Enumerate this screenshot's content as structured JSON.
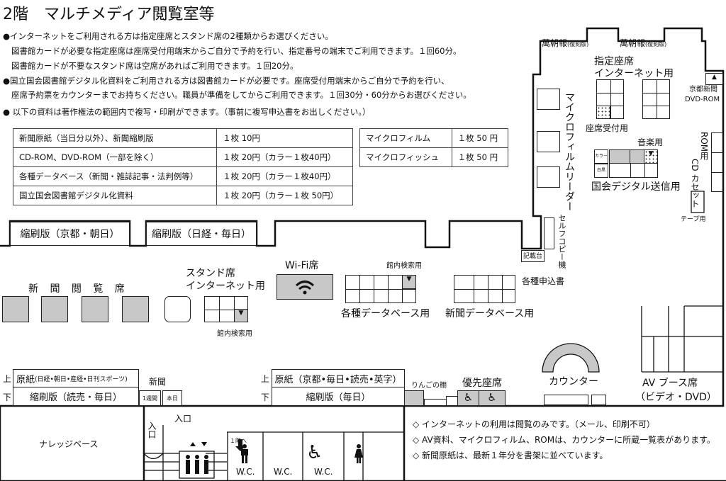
{
  "title": "2階　マルチメディア閲覧室等",
  "notices": [
    "●インターネットをご利用される方は指定座席とスタンド席の2種類からお選びください。",
    "図書館カードが必要な指定座席は座席受付用端末からご自分で予約を行い、指定番号の端末でご利用できます。１回60分。",
    "図書館カードが不要なスタンド席は空席があればご利用できます。１回20分。",
    "●国立国会図書館デジタル化資料をご利用される方は図書館カードが必要です。座席受付用端末からご自分で予約を行い、",
    "座席予約票をカウンターまでお持ちください。職員が準備をしてからご利用できます。１回30分・60分からお選びください。",
    "● 以下の資料は著作権法の範囲内で複写・印刷ができます。（事前に複写申込書をお出しください。）"
  ],
  "fees_left": [
    {
      "item": "新聞原紙（当日分以外）、新聞縮刷版",
      "price": "１枚 10円"
    },
    {
      "item": "CD-ROM、DVD-ROM（一部を除く）",
      "price": "１枚 20円（カラー１枚40円）"
    },
    {
      "item": "各種データベース（新聞・雑誌記事・法判例等）",
      "price": "１枚 20円（カラー１枚40円）"
    },
    {
      "item": "国立国会図書館デジタル化資料",
      "price": "１枚 20円（カラー１枚 50円）"
    }
  ],
  "fees_right": [
    {
      "item": "マイクロフィルム",
      "price": "１枚 50 円"
    },
    {
      "item": "マイクロフィッシュ",
      "price": "１枚 50 円"
    }
  ],
  "map": {
    "shelf_kyoto_asahi": "縮刷版（京都・朝日）",
    "shelf_nikkei_mainichi": "縮刷版（日経・毎日）",
    "newspaper_seats": "新 聞 閲 覧 席",
    "stand_seats": "スタンド席",
    "stand_internet": "インターネット用",
    "catalog_search_1": "館内検索用",
    "wifi_seats": "Wi-Fi席",
    "catalog_search_2": "館内検索用",
    "database_use": "各種データベース用",
    "news_database_use": "新聞データベース用",
    "yorozu_1": "萬朝報",
    "yorozu_1_sub": "(復刻版)",
    "yorozu_2": "萬朝報",
    "yorozu_2_sub": "(復刻版)",
    "reserved_seats": "指定座席",
    "reserved_internet": "インターネット用",
    "seat_reception": "座席受付用",
    "microfilm_reader": "マイクロフィルムリーダー",
    "kyoto_dvd_1": "京都新聞",
    "kyoto_dvd_2": "DVD-ROM",
    "music_use": "音楽用",
    "color": "カラー",
    "mono": "白黒",
    "ndl_digital": "国会デジタル送信用",
    "rom_use": "ROM用",
    "cd_cassette": "CD カセット",
    "tape_use": "テープ用",
    "self_copy": "セルフコピー機",
    "writing_desk": "記載台",
    "forms": "各種申込書",
    "upper": "上",
    "lower": "下",
    "orig_left": "原紙",
    "orig_left_sub": "(日経•朝日•産経•日刊スポーツ)",
    "reduced_left": "縮刷版（読売・毎日）",
    "newspaper": "新聞",
    "one_week": "1週間",
    "today": "本日",
    "upper2": "上",
    "lower2": "下",
    "orig_right": "原紙（京都•毎日•読売•英字）",
    "reduced_right": "縮刷版（毎日）",
    "apple_shelf": "りんごの棚",
    "priority_seats": "優先座席",
    "counter": "カウンター",
    "av_booth": "AV ブース席",
    "av_booth_sub": "（ビデオ・DVD）",
    "knowledge_base": "ナレッジベース",
    "entrance_v": "入口",
    "entrance": "入口",
    "to_first_floor": "１階へ",
    "wc_men": "W.C.",
    "wc_accessible": "W.C.",
    "wc_women": "W.C."
  },
  "notes": [
    "◇ インターネットの利用は閲覧のみです。（メール、印刷不可）",
    "◇ AV資料、マイクロフィルム、ROMは、カウンターに所蔵一覧表があります。",
    "◇ 新聞原紙は、最新１年分を書架に並べています。"
  ]
}
